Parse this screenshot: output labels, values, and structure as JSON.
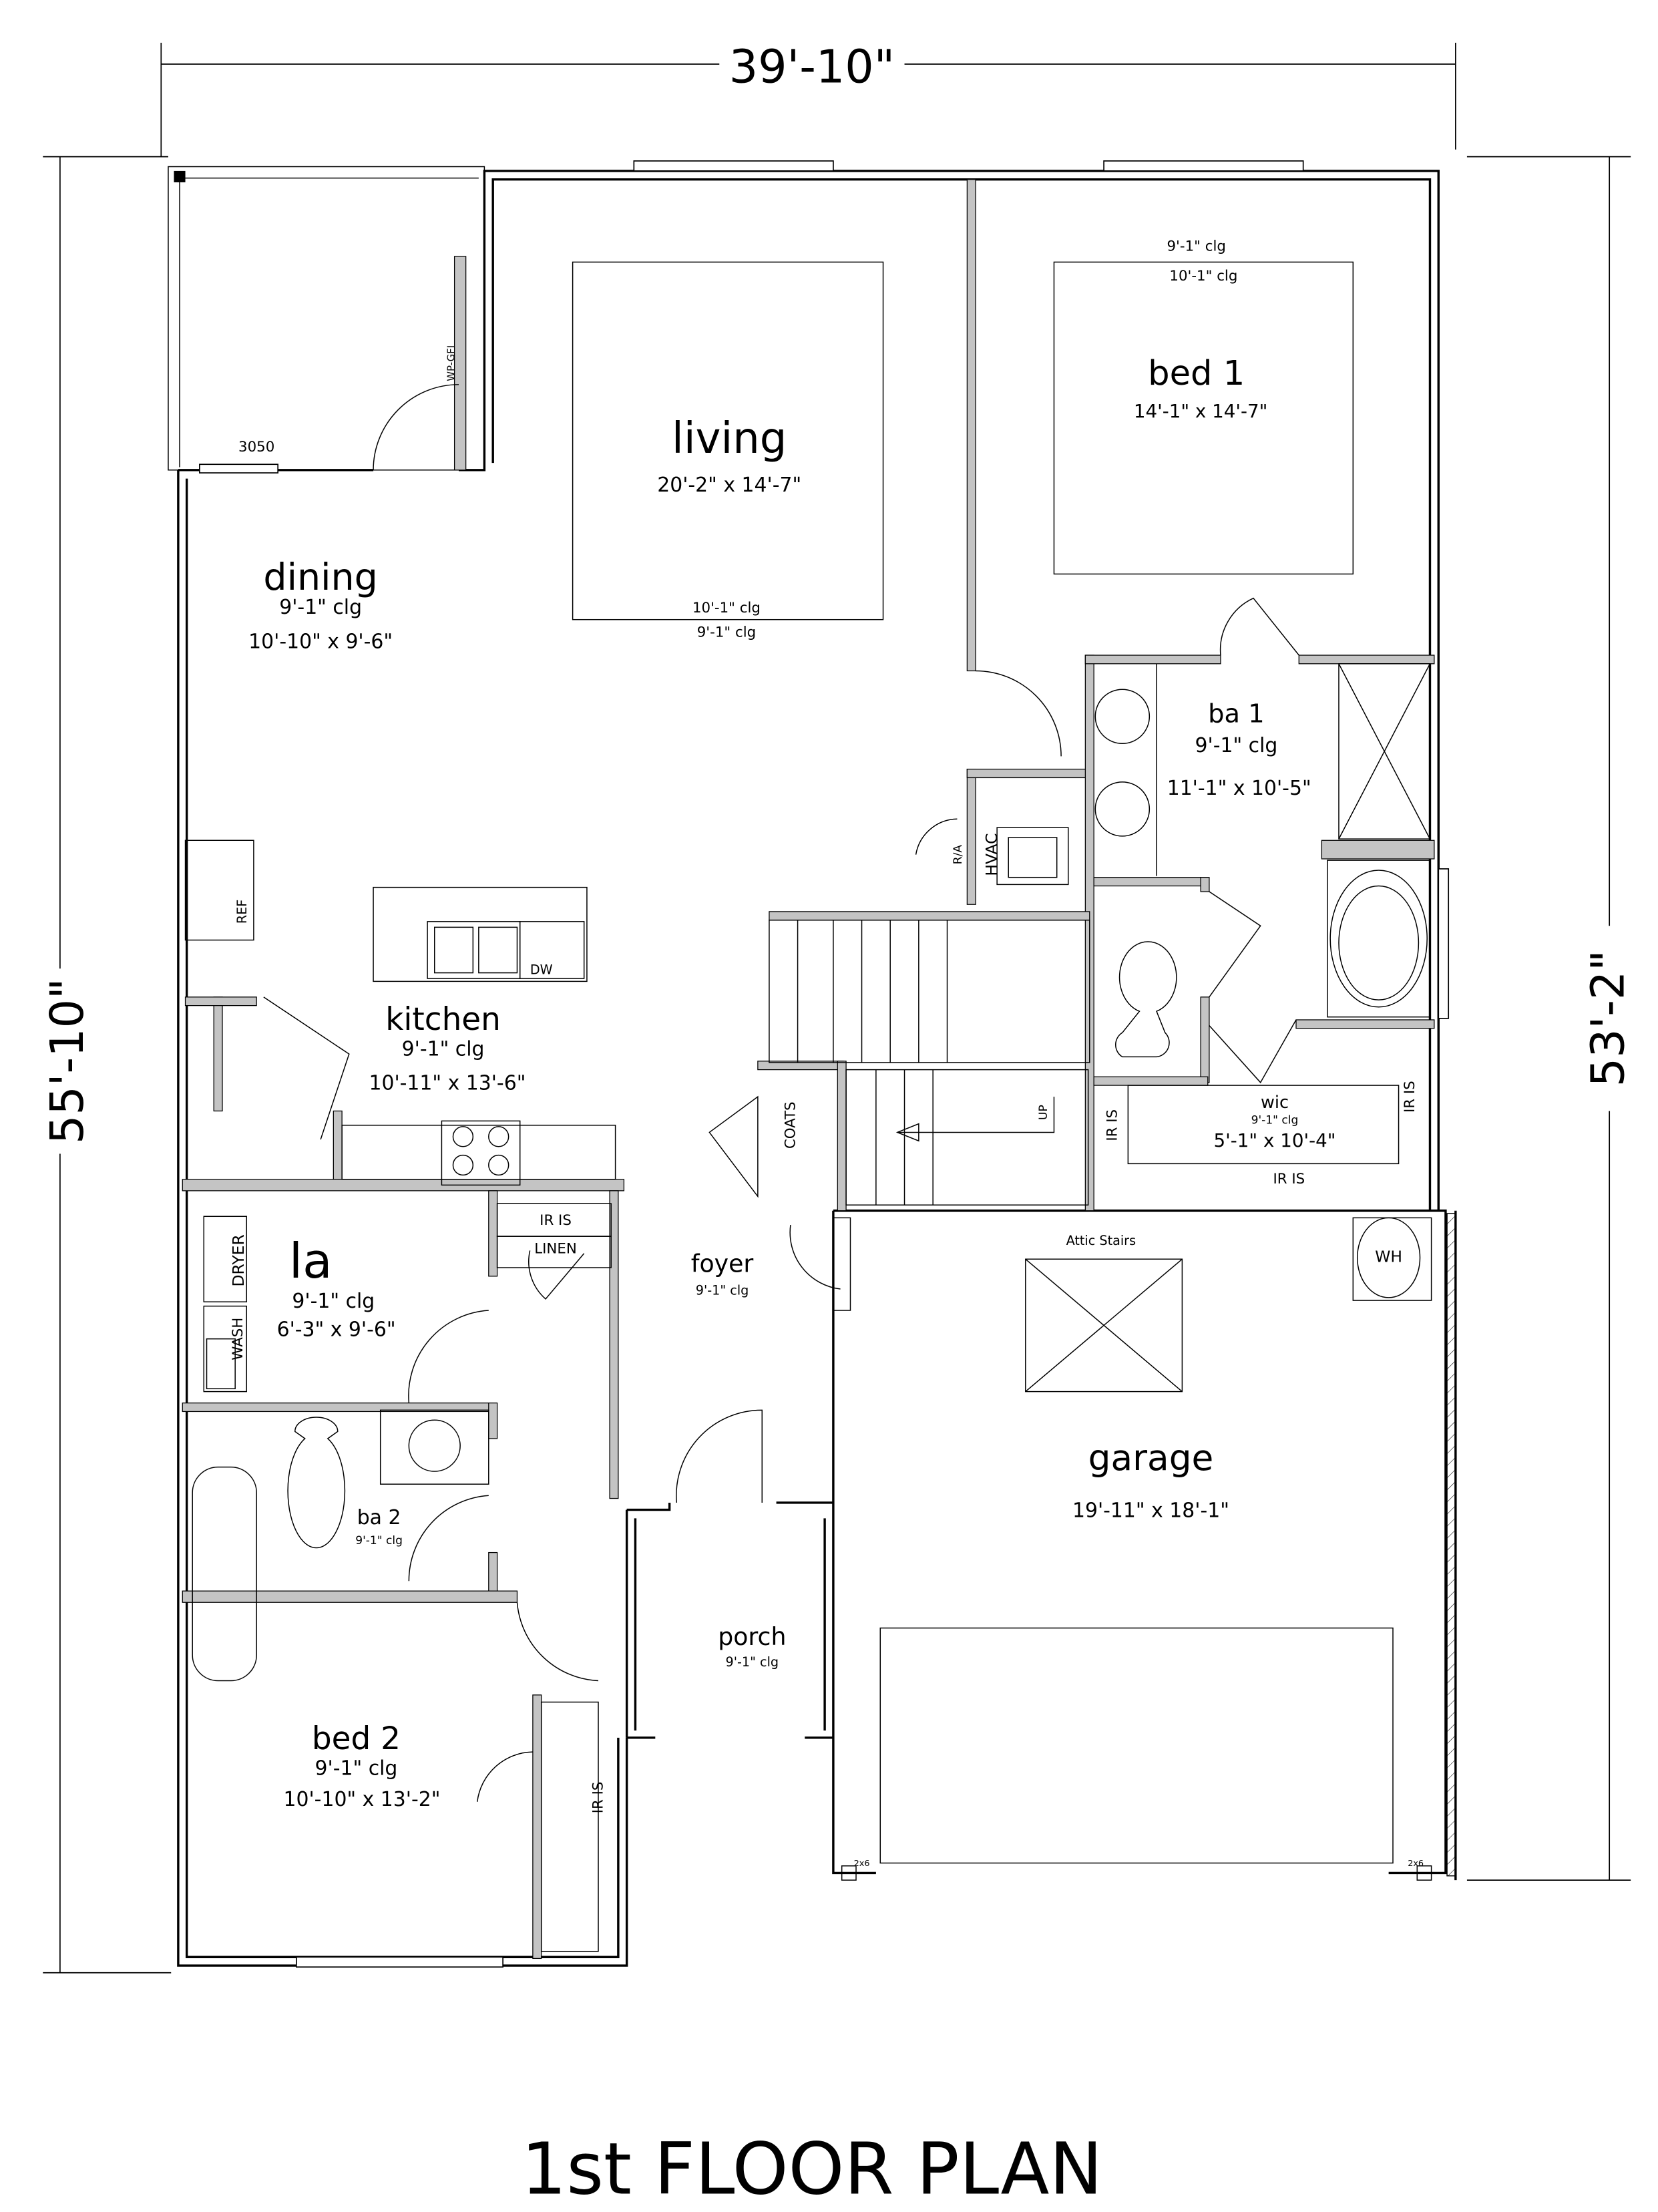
{
  "title": "1st FLOOR PLAN",
  "dimensions": {
    "overall_width": "39'-10\"",
    "overall_depth_left": "55'-10\"",
    "overall_depth_right": "53'-2\""
  },
  "rooms": {
    "living": {
      "name": "living",
      "size": "20'-2\" x 14'-7\"",
      "clg_tray": "10'-1\" clg",
      "clg": "9'-1\" clg"
    },
    "bed1": {
      "name": "bed 1",
      "size": "14'-1\" x 14'-7\"",
      "clg": "9'-1\" clg",
      "clg_tray": "10'-1\" clg"
    },
    "dining": {
      "name": "dining",
      "clg": "9'-1\" clg",
      "size": "10'-10\" x 9'-6\""
    },
    "ba1": {
      "name": "ba 1",
      "clg": "9'-1\" clg",
      "size": "11'-1\" x 10'-5\""
    },
    "wic": {
      "name": "wic",
      "clg": "9'-1\" clg",
      "size": "5'-1\" x 10'-4\""
    },
    "kitchen": {
      "name": "kitchen",
      "clg": "9'-1\" clg",
      "size": "10'-11\" x 13'-6\""
    },
    "foyer": {
      "name": "foyer",
      "clg": "9'-1\" clg"
    },
    "laundry": {
      "name": "la",
      "clg": "9'-1\" clg",
      "size": "6'-3\" x 9'-6\""
    },
    "ba2": {
      "name": "ba 2",
      "clg": "9'-1\" clg"
    },
    "garage": {
      "name": "garage",
      "size": "19'-11\" x 18'-1\""
    },
    "porch": {
      "name": "porch",
      "clg": "9'-1\" clg"
    },
    "bed2": {
      "name": "bed 2",
      "clg": "9'-1\" clg",
      "size": "10'-10\" x 13'-2\""
    }
  },
  "labels": {
    "window": "3050",
    "outlet": "WP-GFI",
    "hvac": "HVAC",
    "return_air": "R/A",
    "shelf": "IR IS",
    "ref": "REF",
    "dw": "DW",
    "coats": "COATS",
    "up": "UP",
    "linen": "LINEN",
    "dryer": "DRYER",
    "wash": "WASH",
    "attic": "Attic Stairs",
    "wh": "WH",
    "post": "2x6"
  }
}
